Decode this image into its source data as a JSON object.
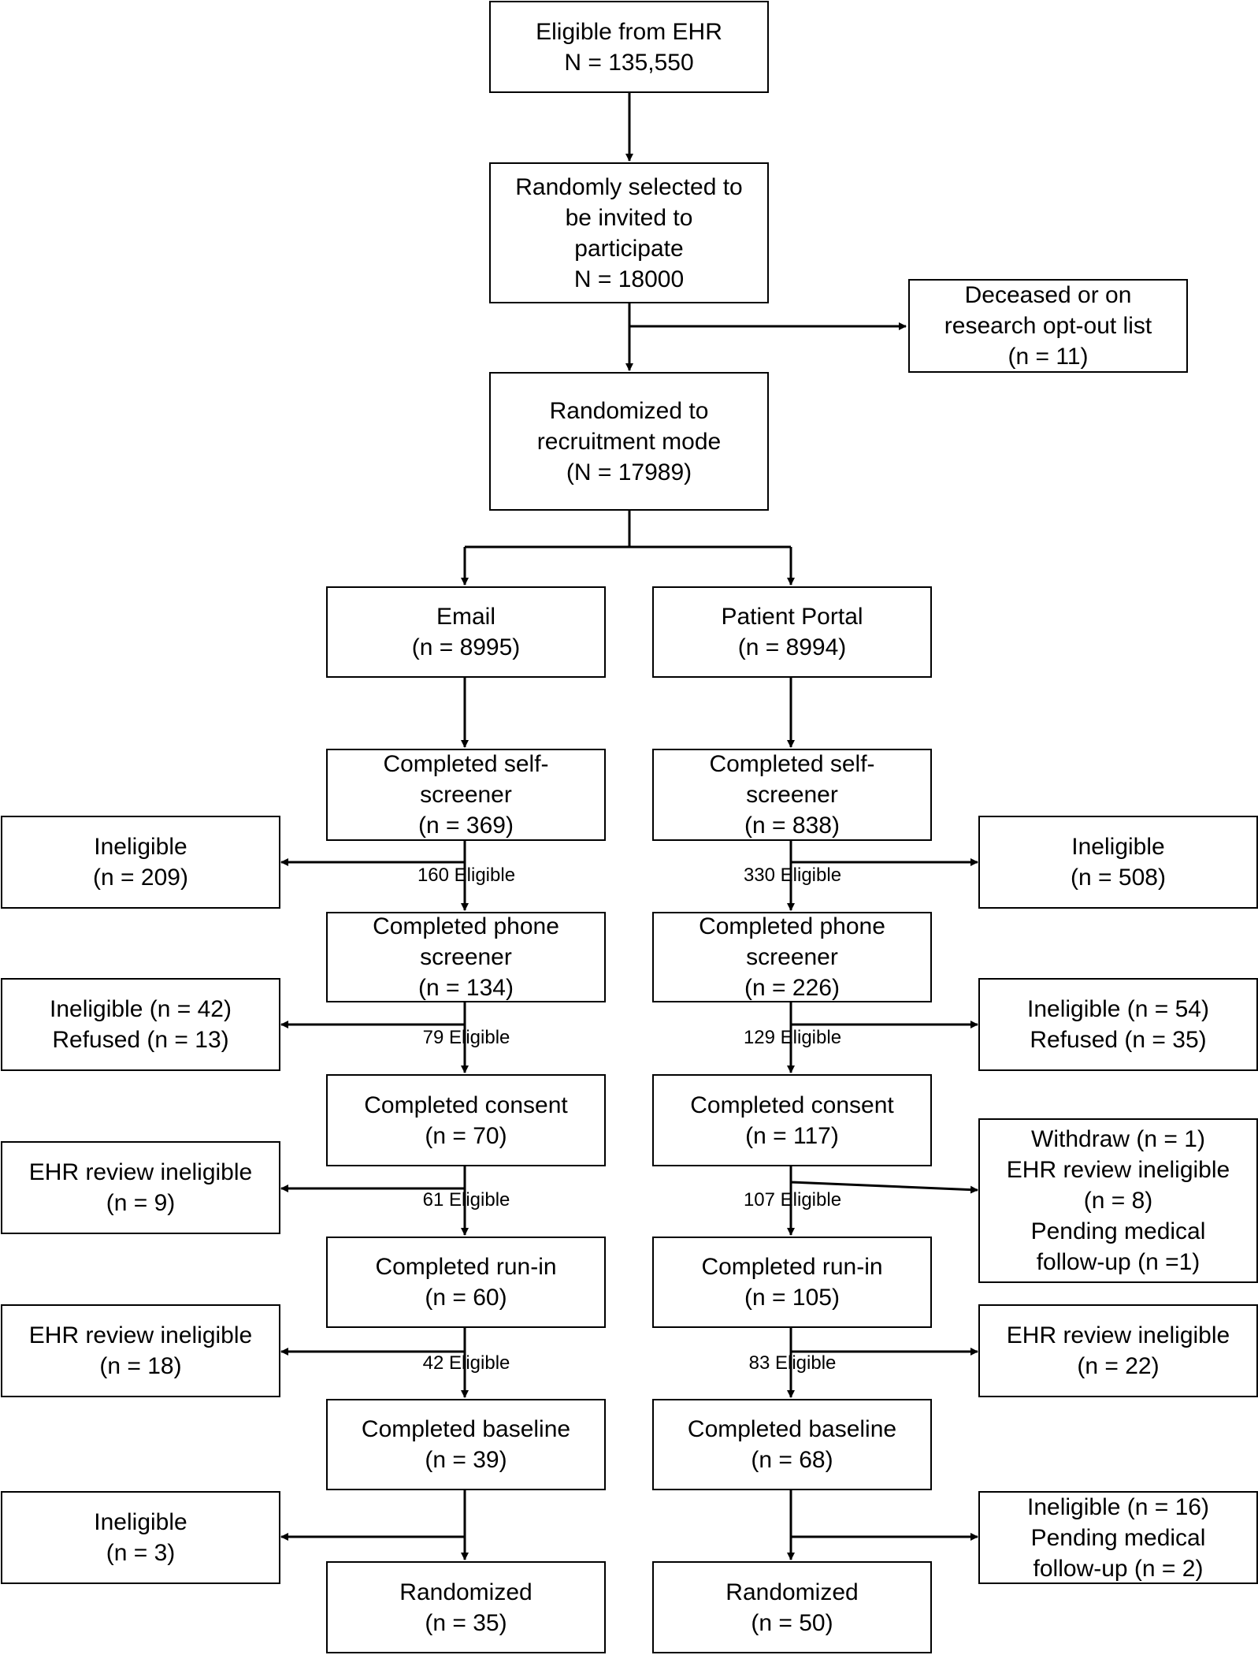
{
  "boxes": {
    "eligible_ehr": [
      "Eligible from EHR",
      "N = 135,550"
    ],
    "random_selected": [
      "Randomly selected to",
      "be invited to",
      "participate",
      "N = 18000"
    ],
    "deceased": [
      "Deceased or on",
      "research opt-out list",
      "(n = 11)"
    ],
    "randomized_mode": [
      "Randomized to",
      "recruitment mode",
      "(N = 17989)"
    ],
    "email": [
      "Email",
      "(n = 8995)"
    ],
    "portal": [
      "Patient Portal",
      "(n = 8994)"
    ],
    "email_self": [
      "Completed self-",
      "screener",
      "(n = 369)"
    ],
    "portal_self": [
      "Completed self-",
      "screener",
      "(n = 838)"
    ],
    "email_inel_self": [
      "Ineligible",
      "(n = 209)"
    ],
    "portal_inel_self": [
      "Ineligible",
      "(n = 508)"
    ],
    "email_phone": [
      "Completed phone",
      "screener",
      "(n = 134)"
    ],
    "portal_phone": [
      "Completed phone",
      "screener",
      "(n = 226)"
    ],
    "email_inel_phone": [
      "Ineligible (n = 42)",
      "Refused (n = 13)"
    ],
    "portal_inel_phone": [
      "Ineligible (n = 54)",
      "Refused (n = 35)"
    ],
    "email_consent": [
      "Completed consent",
      "(n = 70)"
    ],
    "portal_consent": [
      "Completed consent",
      "(n = 117)"
    ],
    "email_ehr1": [
      "EHR review ineligible",
      "(n = 9)"
    ],
    "portal_withdraw": [
      "Withdraw (n = 1)",
      "EHR review ineligible",
      "(n = 8)",
      "Pending medical",
      "follow-up (n =1)"
    ],
    "email_runin": [
      "Completed run-in",
      "(n = 60)"
    ],
    "portal_runin": [
      "Completed run-in",
      "(n = 105)"
    ],
    "email_ehr2": [
      "EHR review ineligible",
      "(n = 18)"
    ],
    "portal_ehr2": [
      "EHR review ineligible",
      "(n = 22)"
    ],
    "email_baseline": [
      "Completed baseline",
      "(n = 39)"
    ],
    "portal_baseline": [
      "Completed baseline",
      "(n = 68)"
    ],
    "email_inel_base": [
      "Ineligible",
      "(n = 3)"
    ],
    "portal_inel_base": [
      "Ineligible (n = 16)",
      "Pending medical",
      "follow-up (n = 2)"
    ],
    "email_random": [
      "Randomized",
      "(n = 35)"
    ],
    "portal_random": [
      "Randomized",
      "(n = 50)"
    ]
  },
  "edge_labels": {
    "email_self_eligible": "160 Eligible",
    "portal_self_eligible": "330 Eligible",
    "email_phone_eligible": "79 Eligible",
    "portal_phone_eligible": "129 Eligible",
    "email_consent_eligible": "61 Eligible",
    "portal_consent_eligible": "107 Eligible",
    "email_runin_eligible": "42 Eligible",
    "portal_runin_eligible": "83 Eligible"
  }
}
